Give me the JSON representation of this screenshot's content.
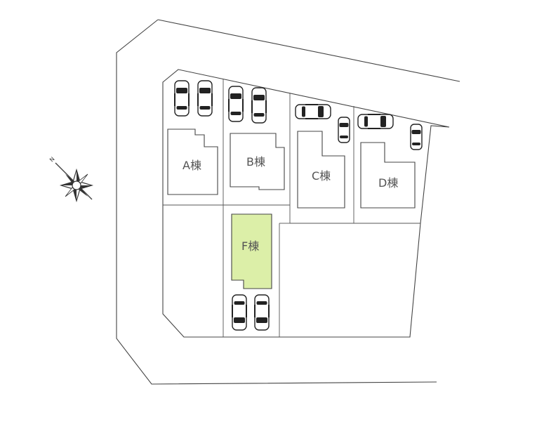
{
  "map": {
    "buildings": [
      {
        "id": "A",
        "label": "A棟",
        "highlighted": false
      },
      {
        "id": "B",
        "label": "B棟",
        "highlighted": false
      },
      {
        "id": "C",
        "label": "C棟",
        "highlighted": false
      },
      {
        "id": "D",
        "label": "D棟",
        "highlighted": false
      },
      {
        "id": "F",
        "label": "F棟",
        "highlighted": true
      }
    ],
    "compass": {
      "label": "N",
      "icon": "north-arrow-compass-icon"
    },
    "car_icon": "car-topview-icon",
    "colors": {
      "highlight_fill": "#dcefa8",
      "line": "#444444",
      "background": "#ffffff"
    }
  }
}
